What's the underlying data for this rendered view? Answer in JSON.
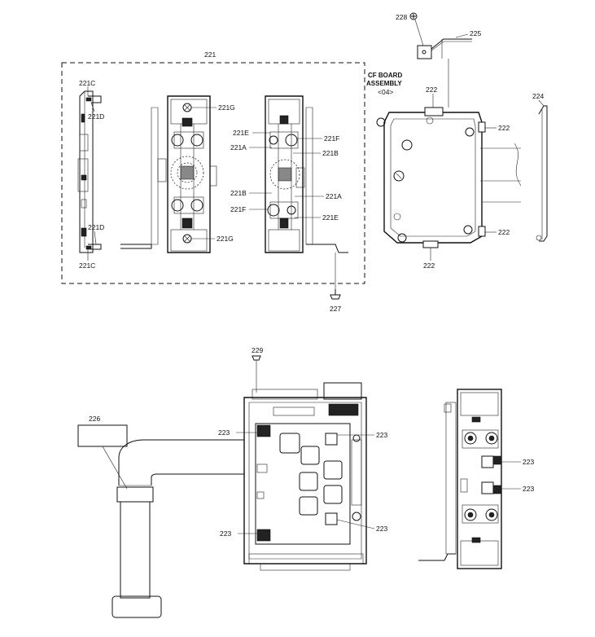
{
  "labels": {
    "l228": "228",
    "l225": "225",
    "l221": "221",
    "cf1": "CF BOARD",
    "cf2": "ASSEMBLY",
    "cf3": "<04>",
    "l222a": "222",
    "l224": "224",
    "l221C_top": "221C",
    "l221D_top": "221D",
    "l221G_top": "221G",
    "l221E_top": "221E",
    "l221F_top": "221F",
    "l221A_top": "221A",
    "l221B_top": "221B",
    "l222b": "222",
    "l221B_mid": "221B",
    "l221A_mid": "221A",
    "l221F_mid": "221F",
    "l221E_mid": "221E",
    "l221D_bot": "221D",
    "l221G_bot": "221G",
    "l222c": "222",
    "l221C_bot": "221C",
    "l222d": "222",
    "l227": "227",
    "l229": "229",
    "l226": "226",
    "l223a": "223",
    "l223b": "223",
    "l223c": "223",
    "l223d": "223",
    "l223e": "223",
    "l223f": "223"
  }
}
